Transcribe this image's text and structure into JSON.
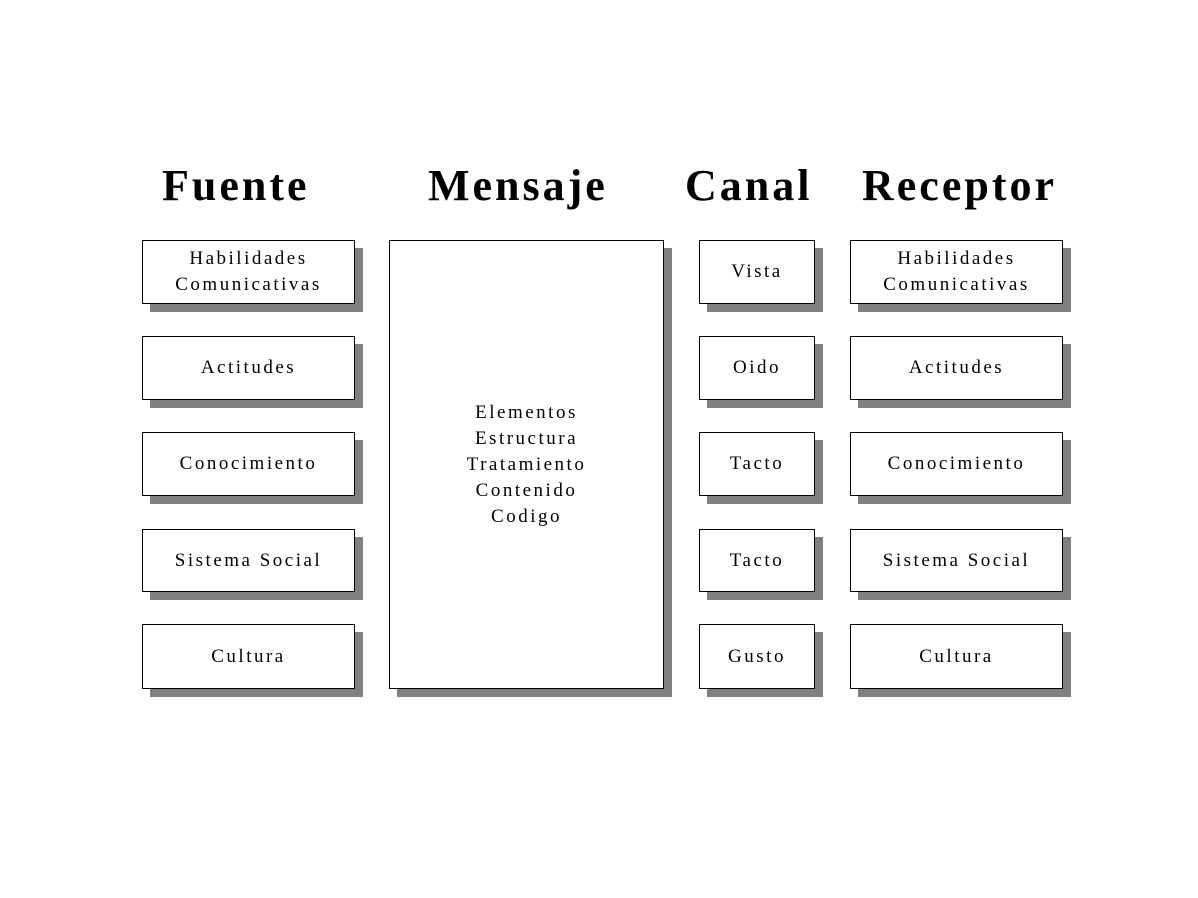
{
  "headings": {
    "fuente": "Fuente",
    "mensaje": "Mensaje",
    "canal": "Canal",
    "receptor": "Receptor"
  },
  "fuente": [
    {
      "lines": [
        "Habilidades",
        "Comunicativas"
      ]
    },
    {
      "lines": [
        "Actitudes"
      ]
    },
    {
      "lines": [
        "Conocimiento"
      ]
    },
    {
      "lines": [
        "Sistema Social"
      ]
    },
    {
      "lines": [
        "Cultura"
      ]
    }
  ],
  "mensaje": {
    "lines": [
      "Elementos",
      "Estructura",
      "Tratamiento",
      "Contenido",
      "Codigo"
    ]
  },
  "canal": [
    {
      "lines": [
        "Vista"
      ]
    },
    {
      "lines": [
        "Oido"
      ]
    },
    {
      "lines": [
        "Tacto"
      ]
    },
    {
      "lines": [
        "Tacto"
      ]
    },
    {
      "lines": [
        "Gusto"
      ]
    }
  ],
  "receptor": [
    {
      "lines": [
        "Habilidades",
        "Comunicativas"
      ]
    },
    {
      "lines": [
        "Actitudes"
      ]
    },
    {
      "lines": [
        "Conocimiento"
      ]
    },
    {
      "lines": [
        "Sistema Social"
      ]
    },
    {
      "lines": [
        "Cultura"
      ]
    }
  ],
  "colors": {
    "box_border": "#000000",
    "shadow": "#808080",
    "background": "#ffffff"
  }
}
